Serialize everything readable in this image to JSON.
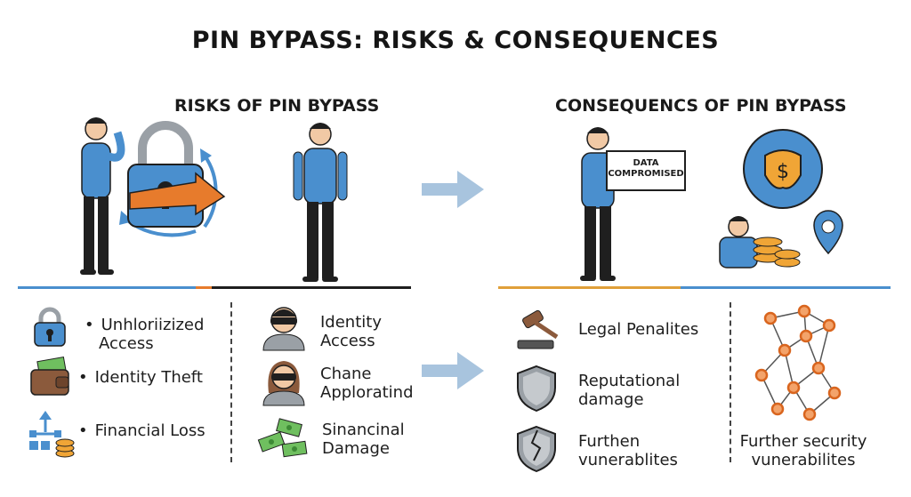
{
  "title": "PIN BYPASS: RISKS & CONSEQUENCES",
  "risks": {
    "heading": "RISKS OF PIN BYPASS",
    "left_items": [
      {
        "icon": "padlock-icon",
        "lines": [
          "Unhloriizized",
          "Access"
        ]
      },
      {
        "icon": "wallet-icon",
        "lines": [
          "Identity Theft"
        ]
      },
      {
        "icon": "network-coins-icon",
        "lines": [
          "Financial Loss"
        ]
      }
    ],
    "right_items": [
      {
        "icon": "masked-man-icon",
        "lines": [
          "Identity",
          "Access"
        ]
      },
      {
        "icon": "masked-woman-icon",
        "lines": [
          "Chane",
          "Apploratind"
        ]
      },
      {
        "icon": "money-bills-icon",
        "lines": [
          "Sinancinal",
          "Damage"
        ]
      }
    ]
  },
  "consequences": {
    "heading": "CONSEQUENCS OF PIN BYPASS",
    "sign_text": [
      "DATA",
      "COMPROMISED"
    ],
    "left_items": [
      {
        "icon": "gavel-icon",
        "lines": [
          "Legal Penalites"
        ]
      },
      {
        "icon": "shield-icon",
        "lines": [
          "Reputational",
          "damage"
        ]
      },
      {
        "icon": "cracked-shield-icon",
        "lines": [
          "Furthen",
          "vunerablites"
        ]
      }
    ],
    "right_item": {
      "icon": "node-network-icon",
      "lines": [
        "Further security",
        "vunerabilites"
      ]
    }
  },
  "colors": {
    "blue": "#4a8fce",
    "orange": "#e77b2c",
    "arrow": "#a8c4de",
    "dark": "#1f1f1f"
  }
}
